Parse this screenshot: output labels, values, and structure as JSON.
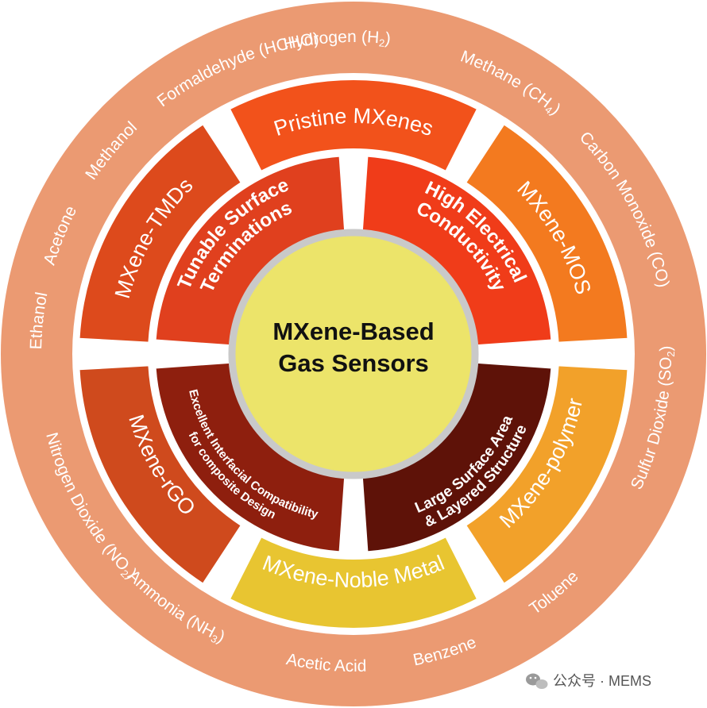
{
  "center": {
    "line1": "MXene-Based",
    "line2": "Gas Sensors"
  },
  "properties": [
    {
      "lines": [
        "Tunable Surface",
        "Terminations"
      ],
      "color": "#e0401e"
    },
    {
      "lines": [
        "High Electrical",
        "Conductivity"
      ],
      "color": "#f03c19"
    },
    {
      "lines": [
        "Large Surface Area",
        "& Layered Structure"
      ],
      "color": "#5e1208"
    },
    {
      "lines": [
        "Excellent Interfacial Compatibility",
        "for composite Design"
      ],
      "color": "#8e1f0e"
    }
  ],
  "composites": [
    {
      "label": "Pristine MXenes",
      "color": "#f2521b"
    },
    {
      "label": "MXene-MOS",
      "color": "#f37a1f"
    },
    {
      "label": "MXene-polymer",
      "color": "#f2a12a"
    },
    {
      "label": "MXene-Noble Metal",
      "color": "#e8c531"
    },
    {
      "label": "MXene-rGO",
      "color": "#cf4a1d"
    },
    {
      "label": "MXene-TMDs",
      "color": "#dd4a1c"
    }
  ],
  "gases": [
    {
      "name": "Hydrogen",
      "formula": "(H",
      "sub": "2",
      "close": ")"
    },
    {
      "name": "Methane",
      "formula": "(CH",
      "sub": "4",
      "close": ")"
    },
    {
      "name": "Carbon Monoxide (CO)",
      "formula": "",
      "sub": "",
      "close": ""
    },
    {
      "name": "Sulfur Dioxide",
      "formula": "(SO",
      "sub": "2",
      "close": ")"
    },
    {
      "name": "Toluene",
      "formula": "",
      "sub": "",
      "close": ""
    },
    {
      "name": "Benzene",
      "formula": "",
      "sub": "",
      "close": ""
    },
    {
      "name": "Acetic Acid",
      "formula": "",
      "sub": "",
      "close": ""
    },
    {
      "name": "Ammonia",
      "formula": "(NH",
      "sub": "3",
      "close": ")"
    },
    {
      "name": "Nitrogen Dioxide",
      "formula": "(NO",
      "sub": "2",
      "close": ")"
    },
    {
      "name": "Ethanol",
      "formula": "",
      "sub": "",
      "close": ""
    },
    {
      "name": "Acetone",
      "formula": "",
      "sub": "",
      "close": ""
    },
    {
      "name": "Methanol",
      "formula": "",
      "sub": "",
      "close": ""
    },
    {
      "name": "Formaldehyde (HCHO)",
      "formula": "",
      "sub": "",
      "close": ""
    }
  ],
  "colors": {
    "outer_ring": "#eb9a72",
    "center_fill": "#ece46a",
    "center_stroke": "#c9c9c9"
  },
  "watermark": "公众号 · MEMS"
}
